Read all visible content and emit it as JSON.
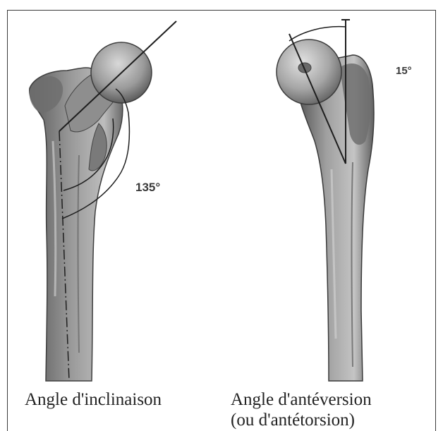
{
  "figure": {
    "left_panel": {
      "angle_value": "135°",
      "caption": "Angle d'inclinaison"
    },
    "right_panel": {
      "angle_value": "15°",
      "caption_line1": "Angle d'antéversion",
      "caption_line2": "(ou d'antétorsion)"
    }
  },
  "colors": {
    "bone_dark": "#4a4a4a",
    "bone_mid": "#8c8c8c",
    "bone_light": "#c9c9c9",
    "line": "#1e1e1e",
    "frame": "#3a3a3a"
  }
}
